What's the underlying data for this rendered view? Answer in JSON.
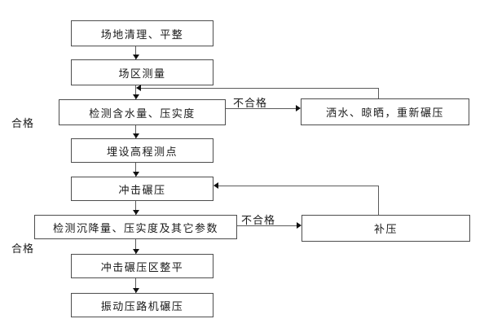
{
  "flowchart": {
    "main_steps": [
      {
        "label": "场地清理、平整"
      },
      {
        "label": "场区测量"
      },
      {
        "label": "检测含水量、压实度"
      },
      {
        "label": "埋设高程测点"
      },
      {
        "label": "冲击碾压"
      },
      {
        "label": "检测沉降量、压实度及其它参数"
      },
      {
        "label": "冲击碾压区整平"
      },
      {
        "label": "振动压路机碾压"
      }
    ],
    "rework_steps": [
      {
        "label": "洒水、晾晒，重新碾压"
      },
      {
        "label": "补压"
      }
    ],
    "branch_labels": {
      "pass_upper": "合格",
      "pass_lower": "合格",
      "fail_upper": "不合格",
      "fail_lower": "不合格"
    },
    "edges": [
      "场地清理、平整 → 场区测量",
      "场区测量 → 检测含水量、压实度",
      "检测含水量、压实度 —合格→ 埋设高程测点",
      "检测含水量、压实度 —不合格→ 洒水、晾晒，重新碾压",
      "洒水、晾晒，重新碾压 → 返回检测含水量、压实度",
      "埋设高程测点 → 冲击碾压",
      "冲击碾压 → 检测沉降量、压实度及其它参数",
      "检测沉降量、压实度及其它参数 —不合格→ 补压",
      "补压 → 返回冲击碾压",
      "检测沉降量、压实度及其它参数 —合格→ 冲击碾压区整平",
      "冲击碾压区整平 → 振动压路机碾压"
    ],
    "colors": {
      "background": "#ffffff",
      "box_border": "#4d4d4d",
      "connector": "#5a5a5a",
      "arrowhead": "#111111",
      "text": "#1a1a1a"
    }
  }
}
